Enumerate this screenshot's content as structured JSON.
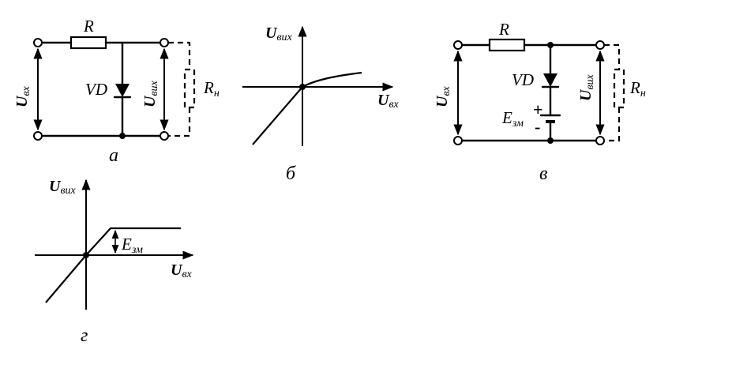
{
  "labels": {
    "resistor": "R",
    "diode": "VD",
    "load_resistor_main": "R",
    "load_resistor_sub": "н",
    "u_in_main": "U",
    "u_in_sub": "вх",
    "u_out_main": "U",
    "u_out_sub": "вих",
    "e_main": "E",
    "e_sub": "зм",
    "plus": "+",
    "minus": "-"
  },
  "captions": {
    "a": "а",
    "b": "б",
    "v": "в",
    "g": "г"
  }
}
